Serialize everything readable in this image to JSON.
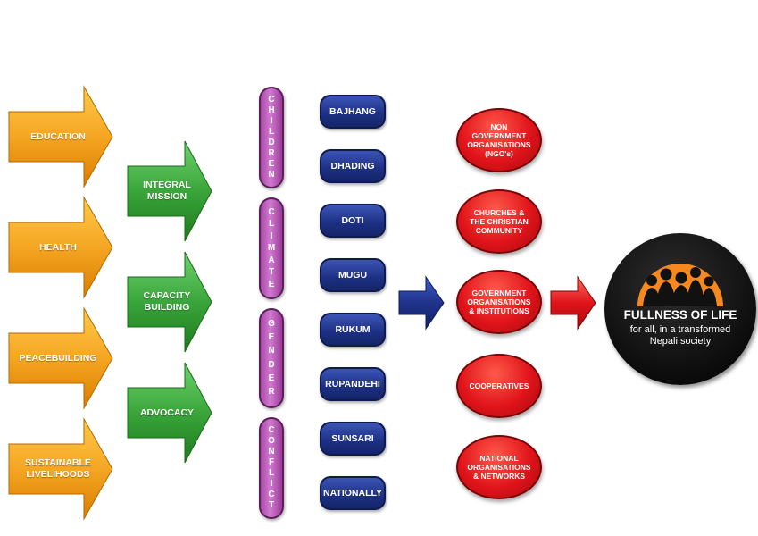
{
  "focus_areas": [
    {
      "label": "EDUCATION"
    },
    {
      "label": "HEALTH"
    },
    {
      "label": "PEACEBUILDING"
    },
    {
      "label": "SUSTAINABLE\nLIVELIHOODS"
    }
  ],
  "approaches": [
    {
      "label": "INTEGRAL\nMISSION"
    },
    {
      "label": "CAPACITY\nBUILDING"
    },
    {
      "label": "ADVOCACY"
    }
  ],
  "themes": [
    {
      "label": "CHILDREN"
    },
    {
      "label": "CLIMATE"
    },
    {
      "label": "GENDER"
    },
    {
      "label": "CONFLICT"
    }
  ],
  "districts": [
    {
      "label": "BAJHANG"
    },
    {
      "label": "DHADING"
    },
    {
      "label": "DOTI"
    },
    {
      "label": "MUGU"
    },
    {
      "label": "RUKUM"
    },
    {
      "label": "RUPANDEHI"
    },
    {
      "label": "SUNSARI"
    },
    {
      "label": "NATIONALLY"
    }
  ],
  "partners": [
    {
      "label": "NON\nGOVERNMENT\nORGANISATIONS\n(NGO's)"
    },
    {
      "label": "CHURCHES &\nTHE CHRISTIAN\nCOMMUNITY"
    },
    {
      "label": "GOVERNMENT\nORGANISATIONS\n& INSTITUTIONS"
    },
    {
      "label": "COOPERATIVES"
    },
    {
      "label": "NATIONAL\nORGANISATIONS\n& NETWORKS"
    }
  ],
  "goal": {
    "title": "FULLNESS OF LIFE",
    "subtitle": "for all, in a transformed\nNepali society",
    "icon": "people-group-icon"
  },
  "colors": {
    "orange": "#f5a623",
    "green": "#3aa53a",
    "purple": "#b455b3",
    "navy": "#1f3389",
    "red": "#e0141a",
    "black": "#000000"
  }
}
